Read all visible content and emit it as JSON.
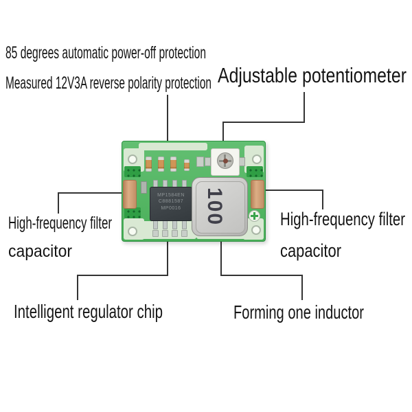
{
  "page": {
    "background": "#ffffff"
  },
  "annotations": {
    "top_left_line1": "85 degrees automatic power-off protection",
    "top_left_line2": "Measured 12V3A reverse polarity protection",
    "potentiometer": "Adjustable potentiometer",
    "left_capacitor": {
      "line1": "High-frequency filter",
      "line2": "capacitor"
    },
    "right_capacitor": {
      "line1": "High-frequency filter",
      "line2": "capacitor"
    },
    "regulator_chip": "Intelligent regulator chip",
    "inductor": "Forming one inductor"
  },
  "module": {
    "inductor_marking": "100",
    "chip_marking": {
      "line1": "MP1584EN",
      "line2": "C8881587",
      "line3": "MP0016"
    }
  },
  "colors": {
    "annotation_text": "#141414",
    "connector_line": "#333333",
    "pcb_green": "#4cb25c",
    "pcb_pad_light": "#d9e8d3",
    "via_green_dark": "#2f9e44",
    "capacitor_tan": "#cf9a6e",
    "chip_body": "#41474b",
    "inductor_gray": "#c9c9c7",
    "inductor_marking_color": "#40404a",
    "potentiometer_white": "#f5f5f0"
  }
}
